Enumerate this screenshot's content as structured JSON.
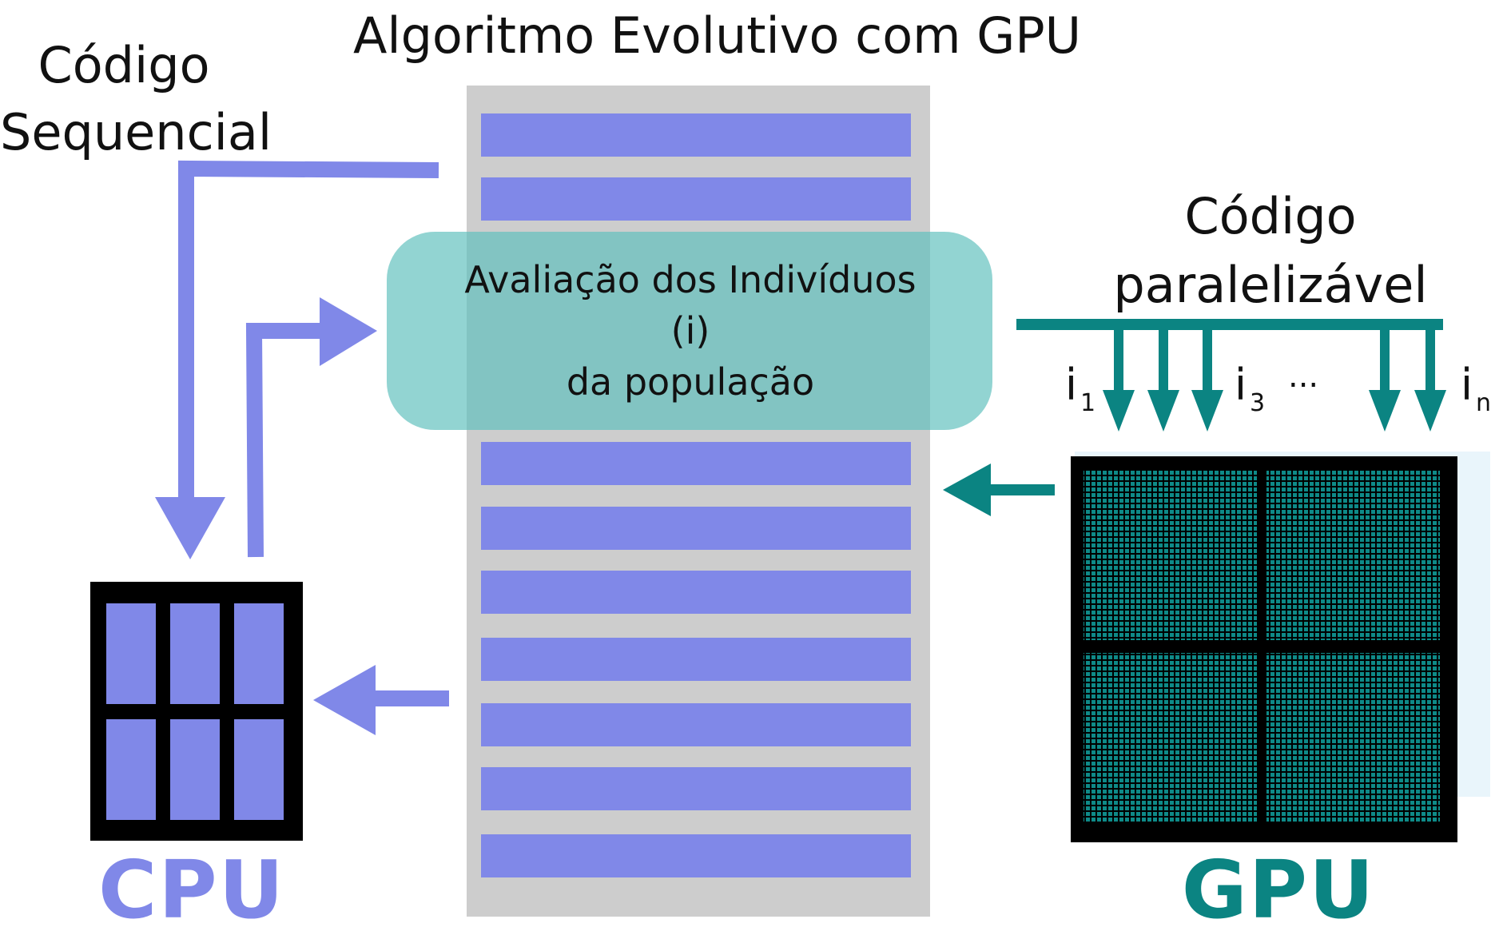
{
  "title": "Algoritmo Evolutivo com GPU",
  "sequential_code": {
    "line1": "Código",
    "line2": "Sequencial"
  },
  "parallel_code": {
    "line1": "Código",
    "line2": "paralelizável"
  },
  "evaluation_box": {
    "line1": "Avaliação dos Indivíduos",
    "line2": "(i)",
    "line3": "da população"
  },
  "thread_indices": [
    {
      "base": "i",
      "sub": "1"
    },
    {
      "base": "i",
      "sub": "3"
    },
    {
      "base": "...",
      "sub": ""
    },
    {
      "base": "i",
      "sub": "n"
    }
  ],
  "cpu_label": "CPU",
  "gpu_label": "GPU",
  "colors": {
    "cpu": "#8088e8",
    "gpu": "#0b8482",
    "population_bg": "#cdcdcd",
    "individual": "#8088e8",
    "evaluation_fill": "#5ebfbd",
    "chip_border": "#000000",
    "gpu_cell": "#0e8a88",
    "gpu_glow": "#e9f5fb"
  }
}
